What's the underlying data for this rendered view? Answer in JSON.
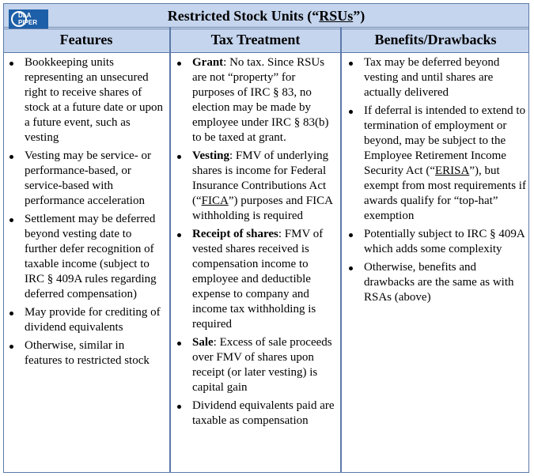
{
  "logo": {
    "text": "DLA PIPER"
  },
  "title": {
    "prefix": "Restricted Stock Units (“",
    "underlined": "RSUs",
    "suffix": "”)"
  },
  "headers": [
    "Features",
    "Tax Treatment",
    "Benefits/Drawbacks"
  ],
  "features": [
    "Bookkeeping units representing an unsecured right to receive shares of stock at a future date or upon a future event, such as vesting",
    "Vesting may be service- or performance-based, or service-based with performance acceleration",
    "Settlement may be deferred beyond vesting date to further defer recognition of taxable income (subject to IRC § 409A rules regarding deferred compensation)",
    "May provide for crediting of dividend equivalents",
    "Otherwise, similar in features to restricted stock"
  ],
  "tax": [
    {
      "lead": "Grant",
      "text": ":  No tax.  Since RSUs are not “property” for purposes of IRC § 83, no election may be made by employee under IRC § 83(b) to be taxed at grant."
    },
    {
      "lead": "Vesting",
      "text": ":  FMV of underlying shares is income for Federal Insurance Contributions Act (“",
      "u": "FICA",
      "tail": "”) purposes and FICA withholding is required"
    },
    {
      "lead": "Receipt of shares",
      "text": ":  FMV of vested shares received is compensation income to employee and deductible expense to company and income tax withholding is required"
    },
    {
      "lead": "Sale",
      "text": ":  Excess of sale proceeds over FMV of shares upon receipt (or later vesting) is capital gain"
    },
    {
      "lead": "",
      "text": "Dividend equivalents paid are taxable as compensation"
    }
  ],
  "benefits": [
    {
      "text": "Tax may be deferred beyond vesting and until shares are actually delivered"
    },
    {
      "text": "If deferral is intended to extend to termination of employment or beyond, may be subject to the Employee Retirement Income Security Act (“",
      "u": "ERISA",
      "tail": "”), but exempt from most requirements if awards qualify for “top-hat” exemption"
    },
    {
      "text": "Potentially subject to IRC § 409A which adds some complexity"
    },
    {
      "text": "Otherwise, benefits and drawbacks are the same as with RSAs (above)"
    }
  ]
}
